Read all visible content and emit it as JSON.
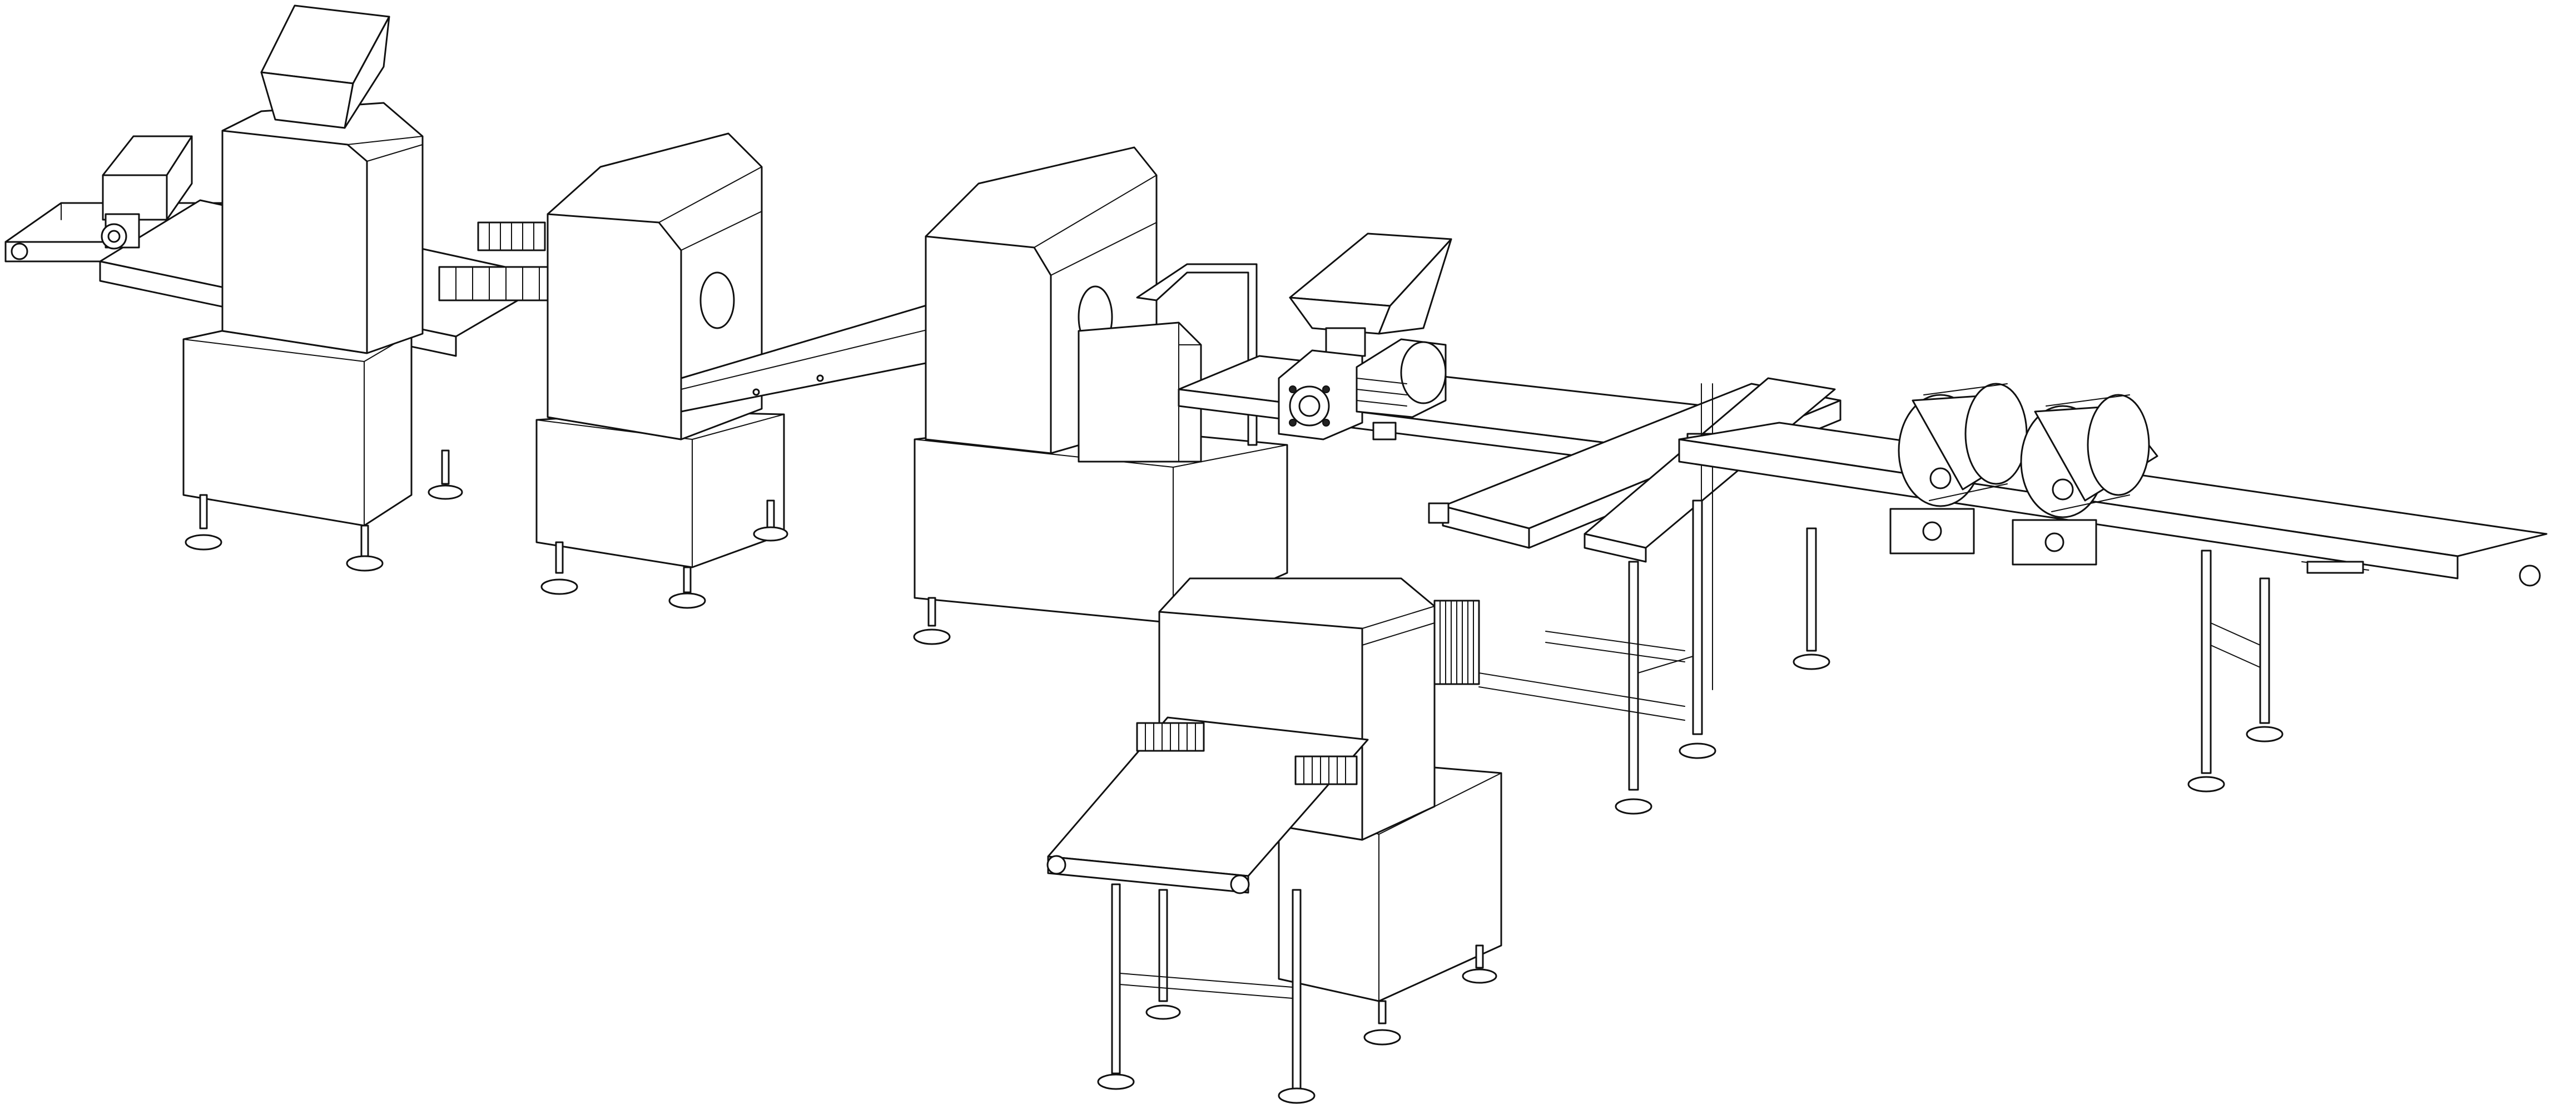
{
  "drawing": {
    "style": "line-art isometric",
    "colors": {
      "line": "#111111",
      "fill": "#ffffff",
      "background": "#ffffff"
    },
    "components": [
      "infeed-conveyor",
      "small-hopper",
      "dosing-unit-1",
      "transfer-conveyor-1",
      "dosing-unit-2",
      "inclined-conveyor",
      "dosing-unit-3",
      "extruder-hopper",
      "gear-motor",
      "electric-motor",
      "main-conveyor",
      "rollers",
      "outfeed-conveyor",
      "branch-conveyor",
      "dosing-unit-4",
      "side-conveyor"
    ]
  }
}
